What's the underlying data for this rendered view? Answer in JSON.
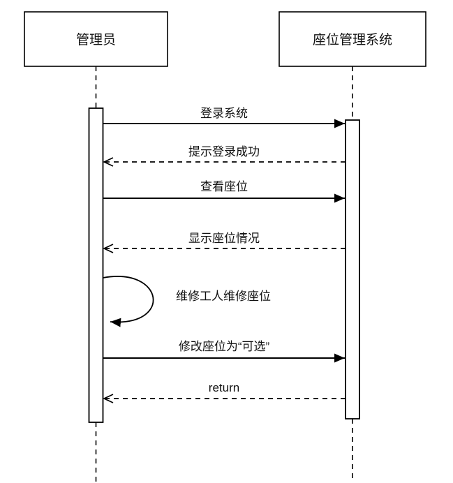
{
  "diagram": {
    "type": "sequence-diagram",
    "colors": {
      "line": "#000000",
      "box_fill": "#ffffff",
      "text": "#111111"
    },
    "actors": [
      {
        "id": "admin",
        "label": "管理员"
      },
      {
        "id": "system",
        "label": "座位管理系统"
      }
    ],
    "messages": [
      {
        "label": "登录系统",
        "from": "admin",
        "to": "system",
        "style": "solid"
      },
      {
        "label": "提示登录成功",
        "from": "system",
        "to": "admin",
        "style": "dashed"
      },
      {
        "label": "查看座位",
        "from": "admin",
        "to": "system",
        "style": "solid"
      },
      {
        "label": "显示座位情况",
        "from": "system",
        "to": "admin",
        "style": "dashed"
      },
      {
        "label": "维修工人维修座位",
        "from": "admin",
        "to": "admin",
        "style": "self"
      },
      {
        "label": "修改座位为“可选”",
        "from": "admin",
        "to": "system",
        "style": "solid"
      },
      {
        "label": "return",
        "from": "system",
        "to": "admin",
        "style": "dashed"
      }
    ]
  }
}
